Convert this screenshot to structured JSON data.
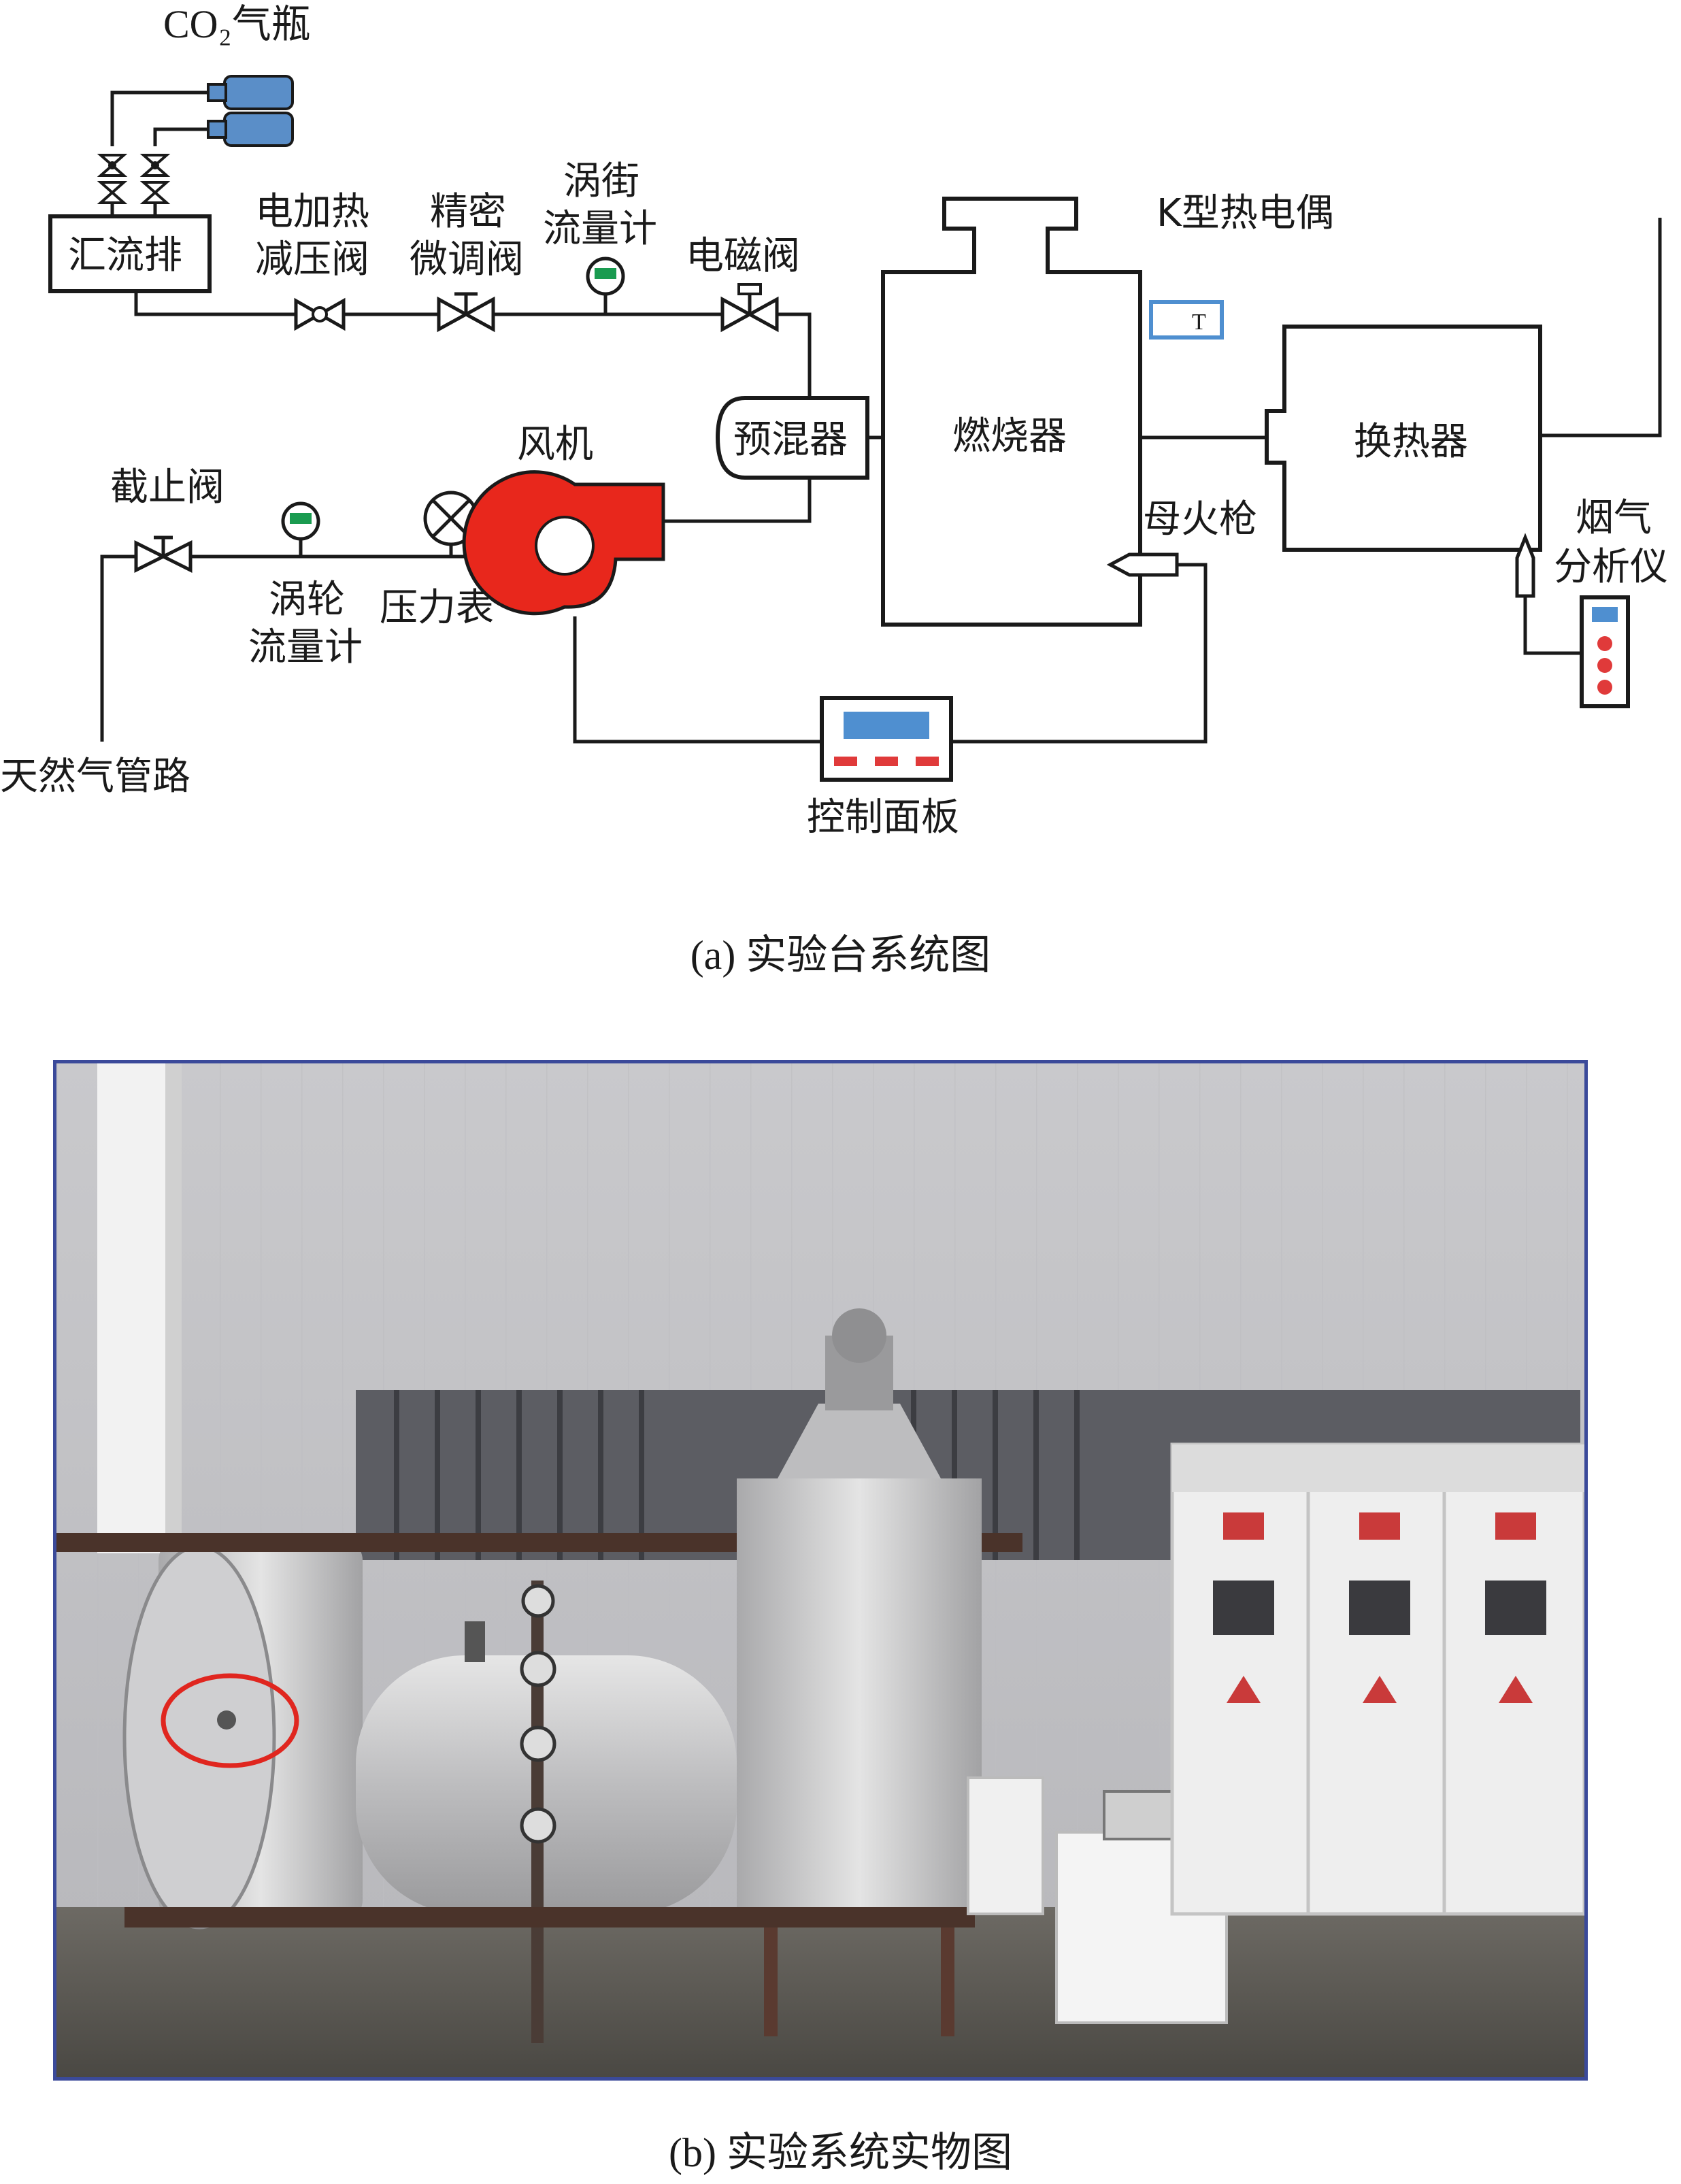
{
  "labels": {
    "co2_bottle": "CO₂气瓶",
    "manifold": "汇流排",
    "heated_reducer_1": "电加热",
    "heated_reducer_2": "减压阀",
    "precision_valve_1": "精密",
    "precision_valve_2": "微调阀",
    "vortex_meter_1": "涡街",
    "vortex_meter_2": "流量计",
    "solenoid_valve": "电磁阀",
    "premixer": "预混器",
    "combustor": "燃烧器",
    "thermocouple": "K型热电偶",
    "thermocouple_mark": "T",
    "heat_exchanger": "换热器",
    "pilot_torch": "母火枪",
    "flue_analyzer_1": "烟气",
    "flue_analyzer_2": "分析仪",
    "fan": "风机",
    "stop_valve": "截止阀",
    "turbine_meter_1": "涡轮",
    "turbine_meter_2": "流量计",
    "pressure_gauge": "压力表",
    "gas_pipeline": "天然气管路",
    "control_panel": "控制面板"
  },
  "captions": {
    "a": "(a) 实验台系统图",
    "b": "(b) 实验系统实物图"
  },
  "colors": {
    "fan": "#e8271c",
    "accent_blue": "#4f8fd0",
    "meter_green": "#1a9b50",
    "panel_red": "#e03a3a",
    "photo_border": "#3b4a9a",
    "highlight_ring": "#e0261f"
  }
}
